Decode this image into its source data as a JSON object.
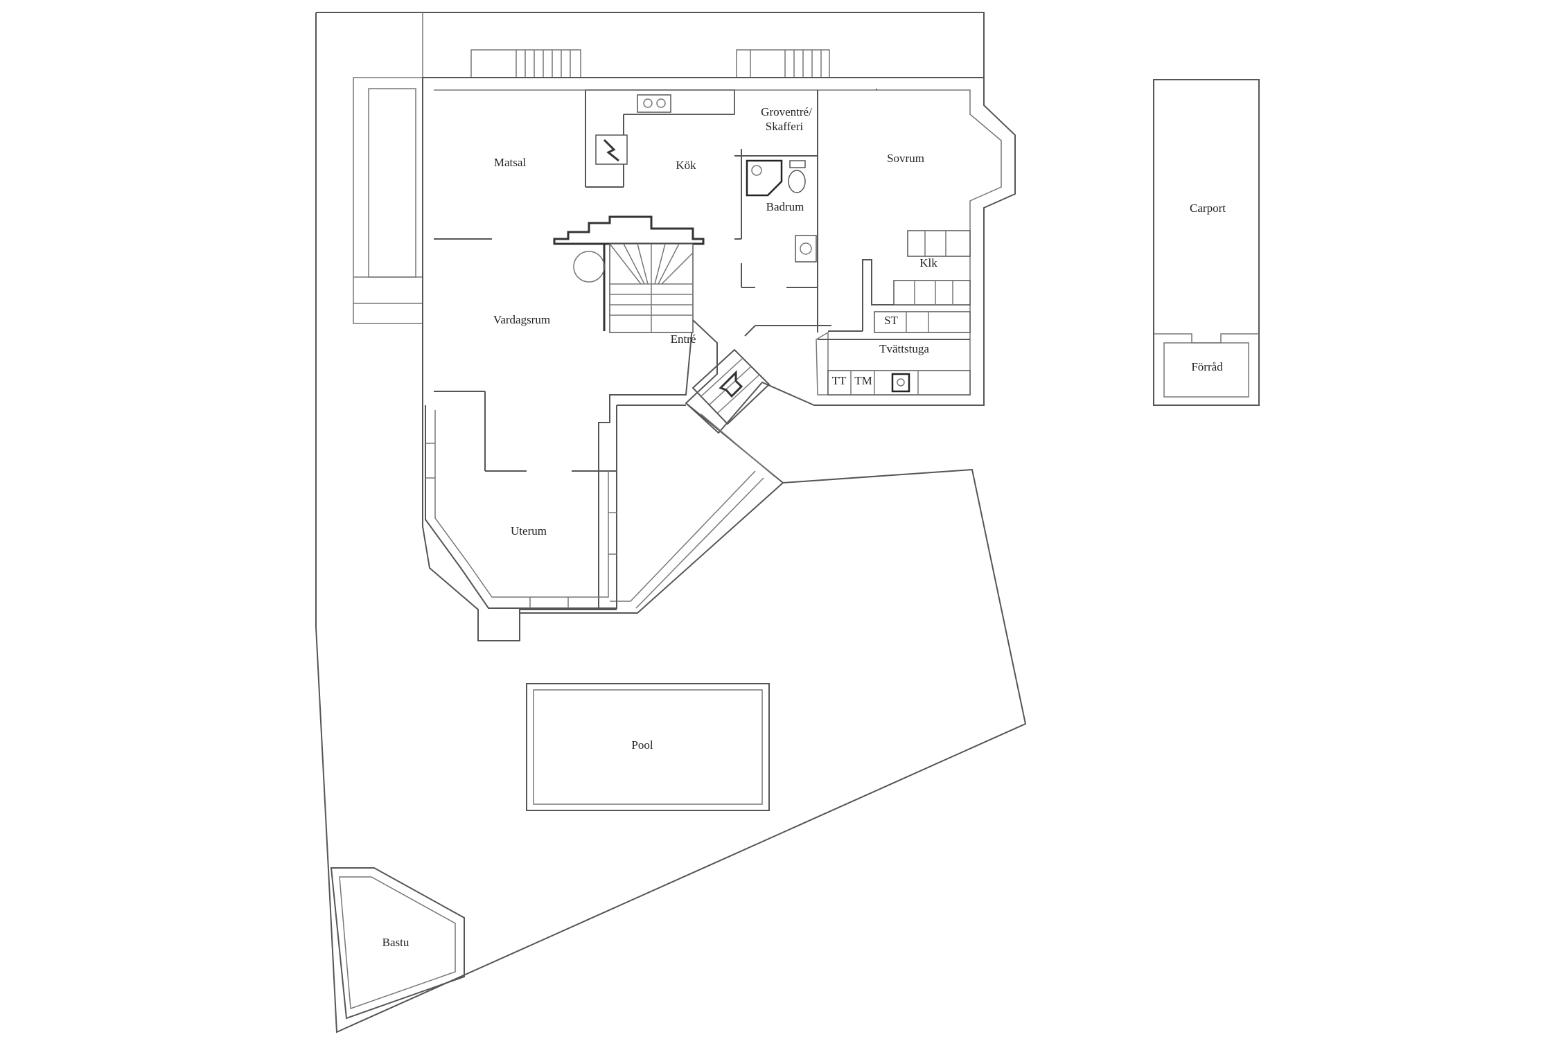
{
  "plan": {
    "rooms": {
      "matsal": "Matsal",
      "kok": "Kök",
      "groventre": "Groventré/",
      "skafferi": "Skafferi",
      "sovrum": "Sovrum",
      "badrum": "Badrum",
      "klk": "Klk",
      "vardagsrum": "Vardagsrum",
      "entre": "Entré",
      "tvattstuga": "Tvättstuga",
      "uterum": "Uterum",
      "pool": "Pool",
      "bastu": "Bastu",
      "carport": "Carport",
      "forrad": "Förråd"
    },
    "appliances": {
      "st": "ST",
      "tt": "TT",
      "tm": "TM"
    }
  }
}
